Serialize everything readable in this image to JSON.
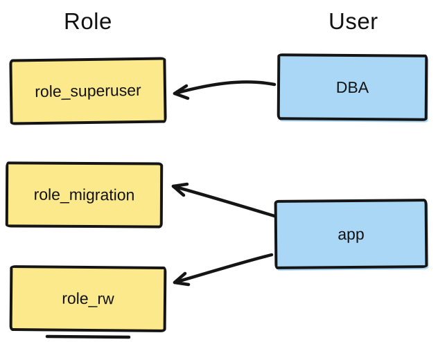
{
  "diagram": {
    "headers": {
      "role": "Role",
      "user": "User"
    },
    "role_boxes": [
      {
        "label": "role_superuser"
      },
      {
        "label": "role_migration"
      },
      {
        "label": "role_rw"
      }
    ],
    "user_boxes": [
      {
        "label": "DBA"
      },
      {
        "label": "app"
      }
    ],
    "edges": [
      {
        "from": "DBA",
        "to": "role_superuser"
      },
      {
        "from": "app",
        "to": "role_migration"
      },
      {
        "from": "app",
        "to": "role_rw"
      }
    ],
    "colors": {
      "role_box_fill": "#FBE98C",
      "user_box_fill": "#A9D7F5",
      "stroke": "#151515",
      "background": "#FFFFFF"
    }
  }
}
